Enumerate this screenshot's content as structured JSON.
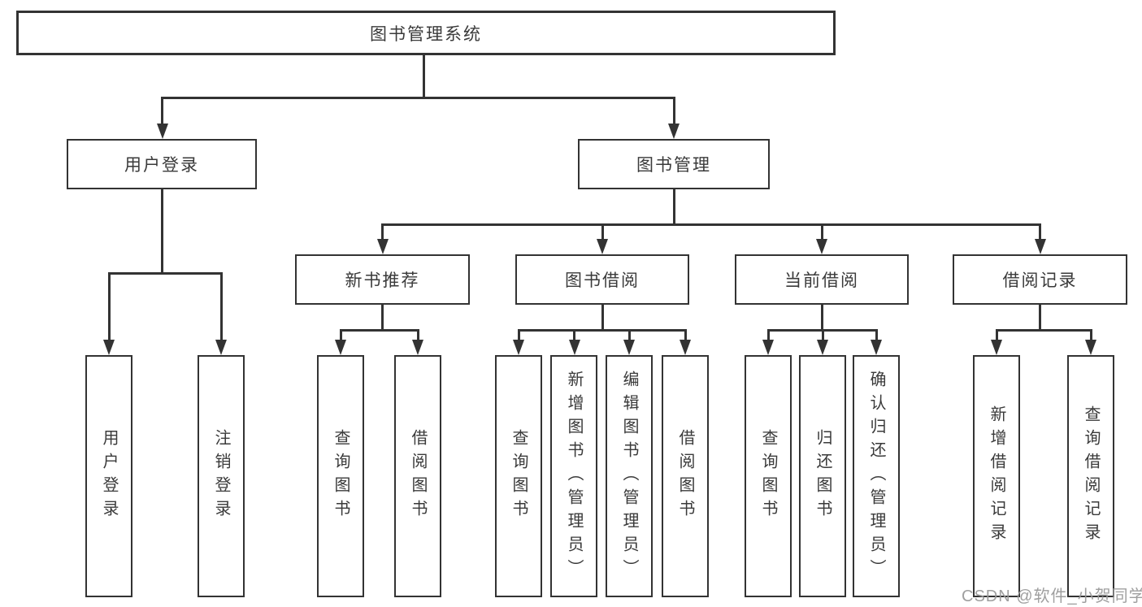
{
  "diagram": {
    "title": "图书管理系统",
    "root": {
      "label": "图书管理系统"
    },
    "level2": [
      {
        "label": "用户登录"
      },
      {
        "label": "图书管理"
      }
    ],
    "level3": [
      {
        "label": "新书推荐"
      },
      {
        "label": "图书借阅"
      },
      {
        "label": "当前借阅"
      },
      {
        "label": "借阅记录"
      }
    ],
    "leaves": {
      "user_login": [
        {
          "label": "用户登录"
        },
        {
          "label": "注销登录"
        }
      ],
      "new_book": [
        {
          "label": "查询图书"
        },
        {
          "label": "借阅图书"
        }
      ],
      "book_borrow": [
        {
          "label": "查询图书"
        },
        {
          "label": "新增图书（管理员）"
        },
        {
          "label": "编辑图书（管理员）"
        },
        {
          "label": "借阅图书"
        }
      ],
      "current_borrow": [
        {
          "label": "查询图书"
        },
        {
          "label": "归还图书"
        },
        {
          "label": "确认归还（管理员）"
        }
      ],
      "borrow_records": [
        {
          "label": "新增借阅记录"
        },
        {
          "label": "查询借阅记录"
        }
      ]
    }
  },
  "watermark": {
    "text": "CSDN @软件_小贺同学"
  },
  "colors": {
    "line": "#333333",
    "text": "#3a3a3a",
    "watermark": "#9a9a9a",
    "background": "#ffffff"
  }
}
